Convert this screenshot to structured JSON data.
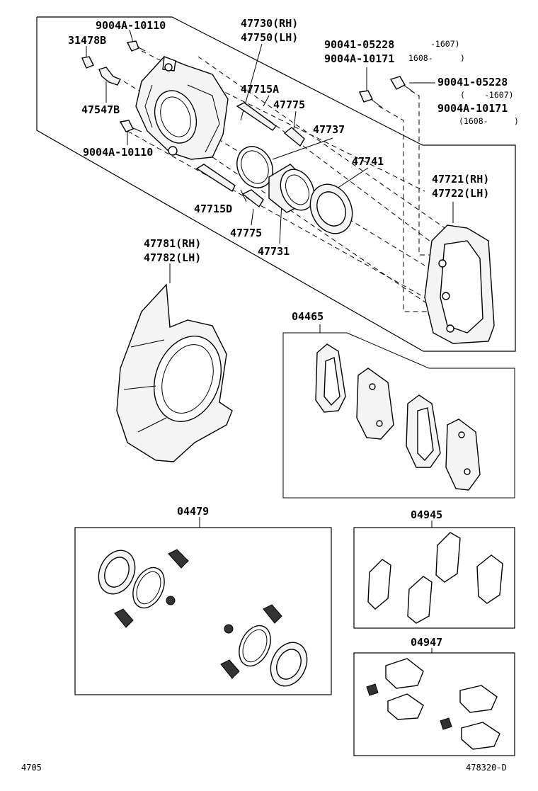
{
  "labels": {
    "p9004a_10110_top": "9004A-10110",
    "p31478b": "31478B",
    "p47547b": "47547B",
    "p9004a_10110_bottom": "9004A-10110",
    "p47730_rh": "47730(RH)",
    "p47750_lh": "47750(LH)",
    "p47715a": "47715A",
    "p47775_top": "47775",
    "p47737": "47737",
    "p47741": "47741",
    "p47715d": "47715D",
    "p47775_bottom": "47775",
    "p47731": "47731",
    "p90041_05228_a": "90041-05228",
    "p90041_05228_a_range": "-1607)",
    "p9004a_10171_a": "9004A-10171",
    "p9004a_10171_a_range": "1608-",
    "p90041_05228_b": "90041-05228",
    "p90041_05228_b_range": "-1607)",
    "p9004a_10171_b": "9004A-10171",
    "p9004a_10171_b_range": "(1608-",
    "p47721_rh": "47721(RH)",
    "p47722_lh": "47722(LH)",
    "p47781_rh": "47781(RH)",
    "p47782_lh": "47782(LH)",
    "p04465": "04465",
    "p04479": "04479",
    "p04945": "04945",
    "p04947": "04947"
  },
  "footer": {
    "left_code": "4705",
    "right_code": "478320-D"
  }
}
